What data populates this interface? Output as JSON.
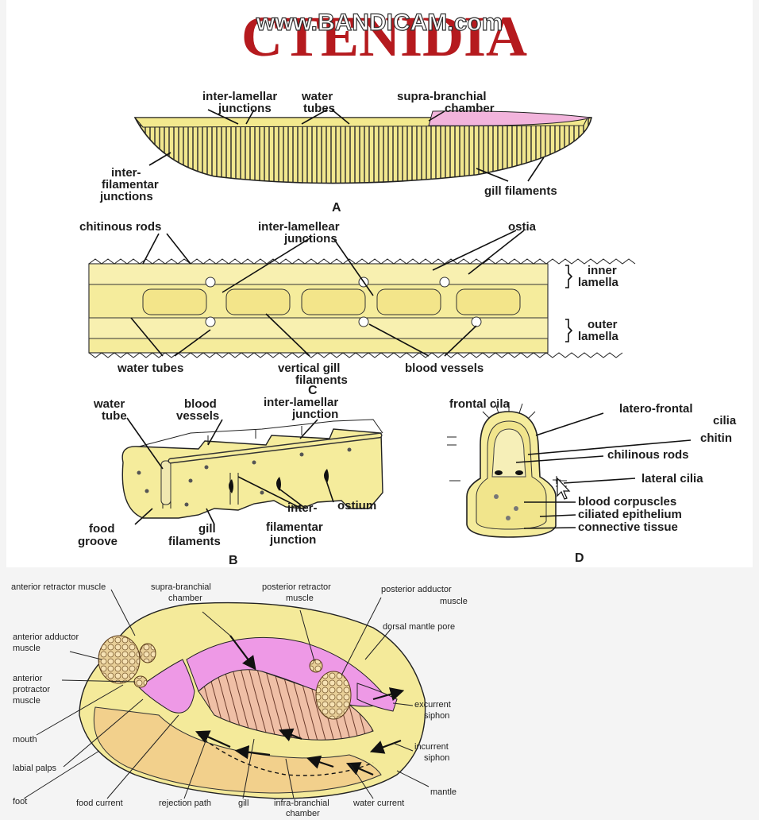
{
  "watermark": "www.BANDICAM.com",
  "title": "CTENIDIA",
  "partA": {
    "letter": "A",
    "labels": {
      "inter_lamellar_1": "inter-lamellar",
      "inter_lamellar_2": "junctions",
      "water_1": "water",
      "water_2": "tubes",
      "supra_1": "supra-branchial",
      "supra_2": "chamber",
      "interfil_1": "inter-",
      "interfil_2": "filamentar",
      "interfil_3": "junctions",
      "gill_filaments": "gill filaments"
    }
  },
  "partC": {
    "letter": "C",
    "labels": {
      "chitinous_rods": "chitinous rods",
      "inter_lam_1": "inter-lamellear",
      "inter_lam_2": "junctions",
      "ostia": "ostia",
      "inner_1": "inner",
      "inner_2": "lamella",
      "outer_1": "outer",
      "outer_2": "lamella",
      "water_tubes": "water tubes",
      "vgf_1": "vertical gill",
      "vgf_2": "filaments",
      "blood_vessels": "blood vessels"
    }
  },
  "partB": {
    "letter": "B",
    "labels": {
      "wt_1": "water",
      "wt_2": "tube",
      "bv_1": "blood",
      "bv_2": "vessels",
      "ilj_1": "inter-lamellar",
      "ilj_2": "junction",
      "ostium": "ostium",
      "ifj_1": "inter-",
      "ifj_2": "filamentar",
      "ifj_3": "junction",
      "fg_1": "food",
      "fg_2": "groove",
      "gf_1": "gill",
      "gf_2": "filaments"
    }
  },
  "partD": {
    "letter": "D",
    "labels": {
      "frontal_cilia": "frontal cila",
      "lf_1": "latero-frontal",
      "lf_2": "cilia",
      "chitin": "chitin",
      "chilinous_rods": "chilinous rods",
      "lateral_cilia": "lateral cilia",
      "blood_corpuscles": "blood corpuscles",
      "ciliated_epithelium": "ciliated epithelium",
      "connective_tissue": "connective tissue"
    }
  },
  "bottom": {
    "labels": {
      "arm_1": "anterior retractor muscle",
      "sbc_1": "supra-branchial",
      "sbc_2": "chamber",
      "prm_1": "posterior retractor",
      "prm_2": "muscle",
      "pam_1": "posterior adductor",
      "pam_2": "muscle",
      "aam_1": "anterior adductor",
      "aam_2": "muscle",
      "dmp": "dorsal mantle pore",
      "apm_1": "anterior",
      "apm_2": "protractor",
      "apm_3": "muscle",
      "exc_1": "excurrent",
      "exc_2": "siphon",
      "mouth": "mouth",
      "inc_1": "incurrent",
      "inc_2": "siphon",
      "labial": "labial palps",
      "mantle": "mantle",
      "foot": "foot",
      "food_current": "food current",
      "rejection": "rejection path",
      "gill": "gill",
      "ibc_1": "infra-branchial",
      "ibc_2": "chamber",
      "water_current": "water current"
    }
  },
  "colors": {
    "yellow": "#f5ec9c",
    "pink": "#e8a2e0",
    "flesh": "#efc8a0",
    "bg": "#f4f4f4",
    "panel": "#ffffff"
  }
}
